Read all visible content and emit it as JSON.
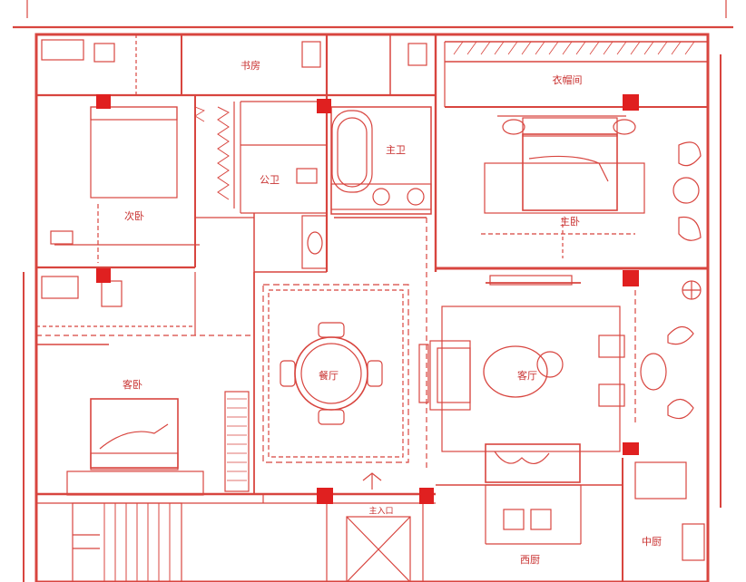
{
  "floor_plan": {
    "rooms": {
      "study": "书房",
      "cloakroom": "衣帽间",
      "master_bath": "主卫",
      "public_bath": "公卫",
      "second_bedroom": "次卧",
      "master_bedroom": "主卧",
      "dining_room": "餐厅",
      "living_room": "客厅",
      "guest_bedroom": "客卧",
      "main_entrance": "主入口",
      "western_kitchen": "西厨",
      "chinese_kitchen": "中厨"
    }
  },
  "colors": {
    "line": "#d8453f",
    "fill": "#e02020",
    "background": "#ffffff"
  }
}
